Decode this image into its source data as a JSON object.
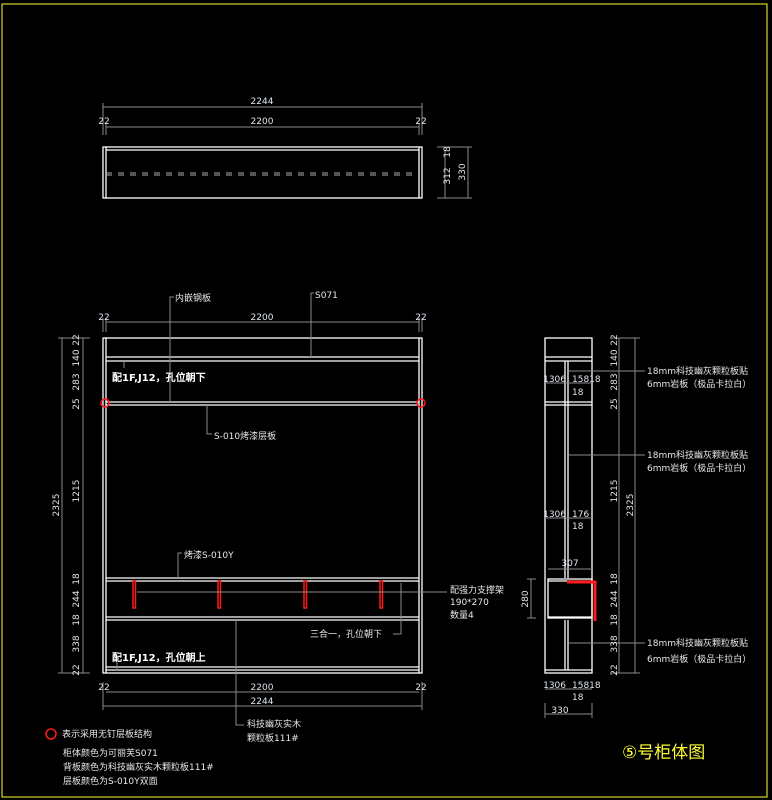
{
  "top_view": {
    "overall_width": "2244",
    "inner_width": "2200",
    "side_left": "22",
    "side_right": "22",
    "depth_top": "18",
    "depth_inner": "312",
    "depth_total": "330"
  },
  "front_view": {
    "top_dims": {
      "left": "22",
      "middle": "2200",
      "right": "22"
    },
    "bottom_dims": {
      "left": "22",
      "middle": "2200",
      "right": "22",
      "overall": "2244"
    },
    "left_dims": [
      "22",
      "140",
      "283",
      "25",
      "1215",
      "18",
      "244",
      "18",
      "338",
      "22"
    ],
    "overall_height": "2325",
    "labels": {
      "embedded_steel": "内嵌钢板",
      "s071": "S071",
      "top_note": "配1F,J12，孔位朝下",
      "shelf": "S-010烤漆层板",
      "paint": "烤漆S-010Y",
      "support_line1": "配强力支撑架",
      "support_line2": "190*270",
      "support_line3": "数量4",
      "three_in_one": "三合一，孔位朝下",
      "bottom_note": "配1F,J12，孔位朝上",
      "back_line1": "科技幽灰实木",
      "back_line2": "颗粒板111#"
    }
  },
  "side_view": {
    "dims_right": [
      "22",
      "140",
      "283",
      "25",
      "1215",
      "18",
      "244",
      "18",
      "338",
      "22"
    ],
    "overall_height": "2325",
    "dim_a": "1306",
    "dim_b": "15818",
    "dim_c": "18",
    "dim_d": "176",
    "dim_e": "307",
    "dim_f": "280",
    "dim_total": "330",
    "note_line1": "18mm科技幽灰颗粒板贴",
    "note_line2": "6mm岩板（极品卡拉白）"
  },
  "legend": {
    "circle_meaning": "表示采用无钉层板结构",
    "line1": "柜体颜色为可丽芙S071",
    "line2": "背板颜色为科技幽灰实木颗粒板111#",
    "line3": "层板颜色为S-010Y双面"
  },
  "drawing_title": "⑤号柜体图",
  "colors": {
    "frame": "#ffff33",
    "lines": "#ffffff",
    "dims": "#8a8a8a",
    "highlight": "#ff1a1a"
  }
}
